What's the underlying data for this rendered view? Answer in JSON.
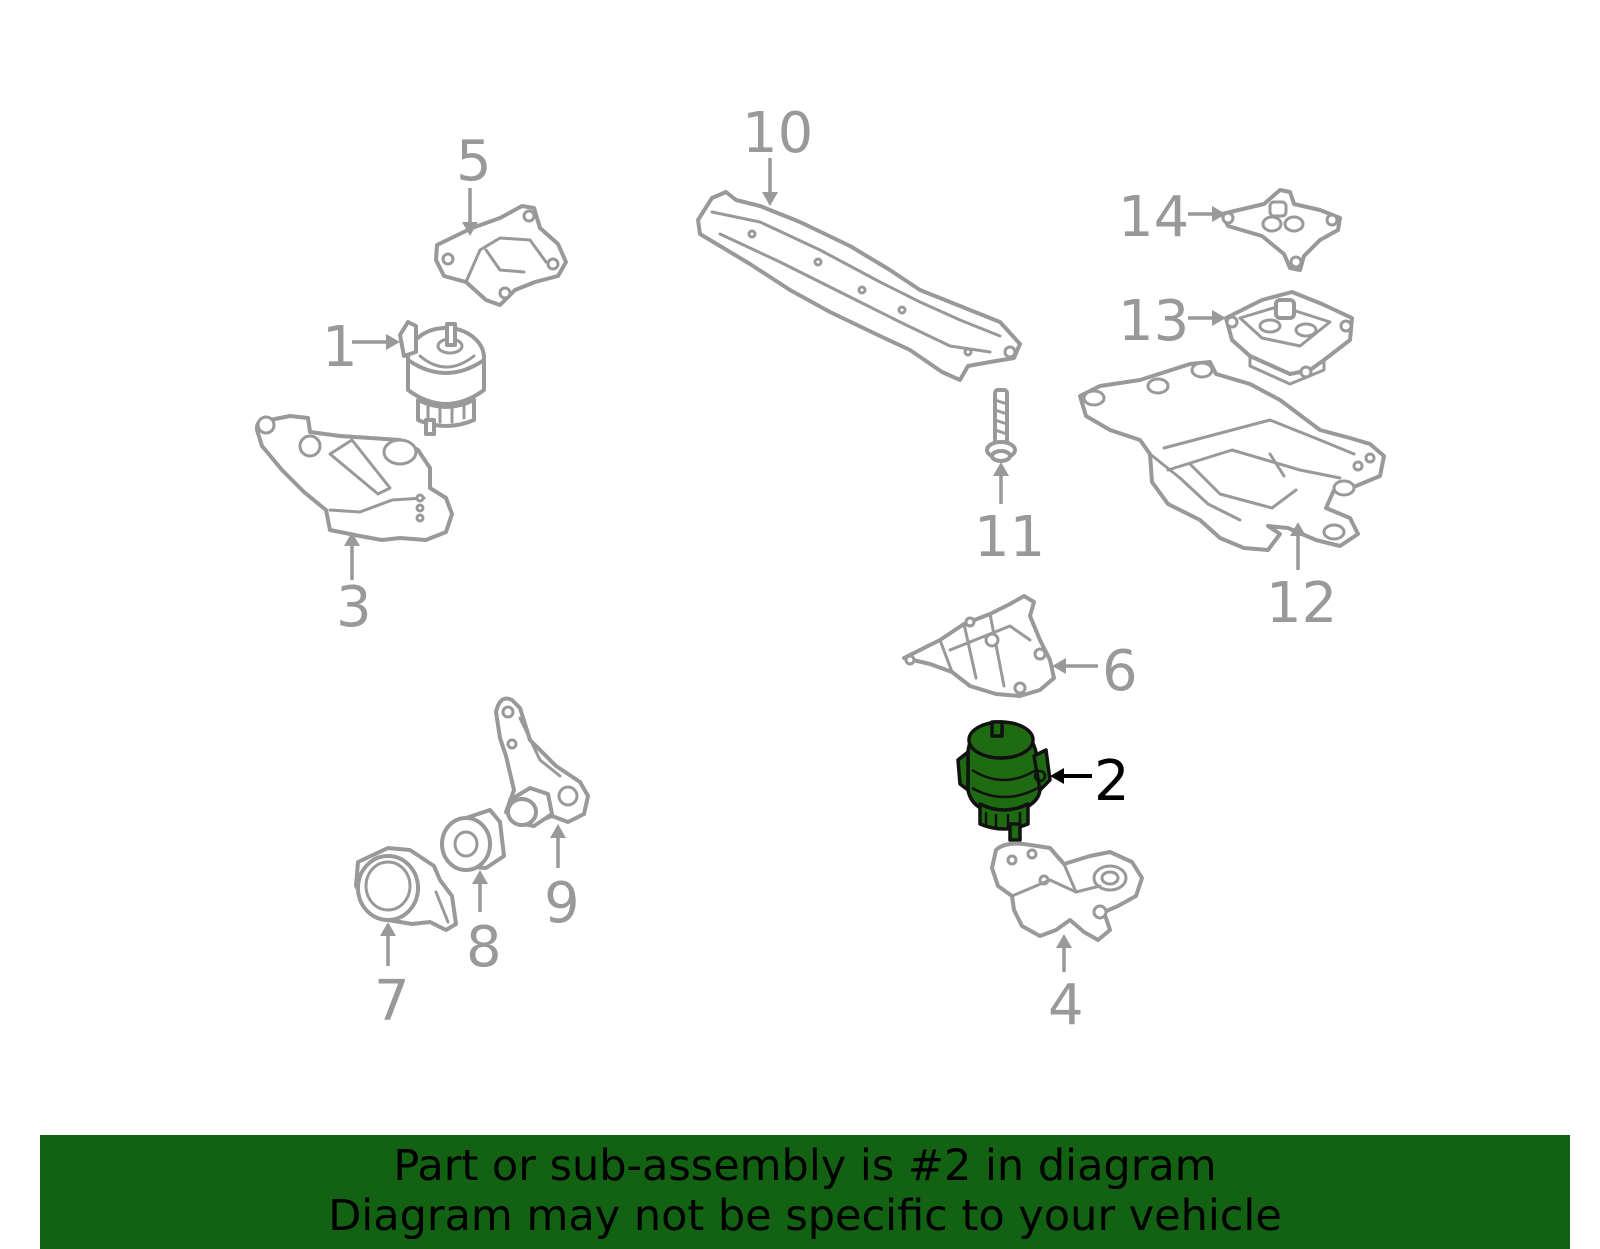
{
  "diagram": {
    "callouts": [
      "1",
      "2",
      "3",
      "4",
      "5",
      "6",
      "7",
      "8",
      "9",
      "10",
      "11",
      "12",
      "13",
      "14"
    ],
    "highlighted_callout": "2",
    "highlight_color": "#1e6b12",
    "line_color": "#999999"
  },
  "banner": {
    "line1": "Part or sub-assembly is #2 in diagram",
    "line2": "Diagram may not be specific to your vehicle",
    "background": "#136112"
  }
}
